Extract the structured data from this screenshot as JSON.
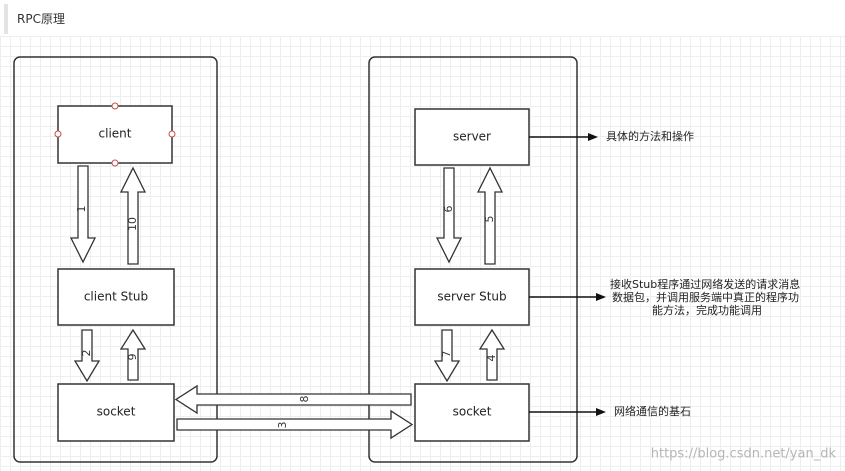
{
  "header": {
    "title": "RPC原理"
  },
  "nodes": {
    "client": "client",
    "client_stub": "client Stub",
    "client_socket": "socket",
    "server": "server",
    "server_stub": "server Stub",
    "server_socket": "socket"
  },
  "steps": {
    "s1": "1",
    "s2": "2",
    "s3": "3",
    "s4": "4",
    "s5": "5",
    "s6": "6",
    "s7": "7",
    "s8": "8",
    "s9": "9",
    "s10": "10"
  },
  "notes": {
    "server_note": "具体的方法和操作",
    "stub_note_line1": "接收Stub程序通过网络发送的请求消息",
    "stub_note_line2": "数据包，并调用服务端中真正的程序功",
    "stub_note_line3": "能方法，完成功能调用",
    "socket_note": "网络通信的基石"
  },
  "watermark": {
    "text": "https://blog.csdn.net/yan_dk"
  }
}
